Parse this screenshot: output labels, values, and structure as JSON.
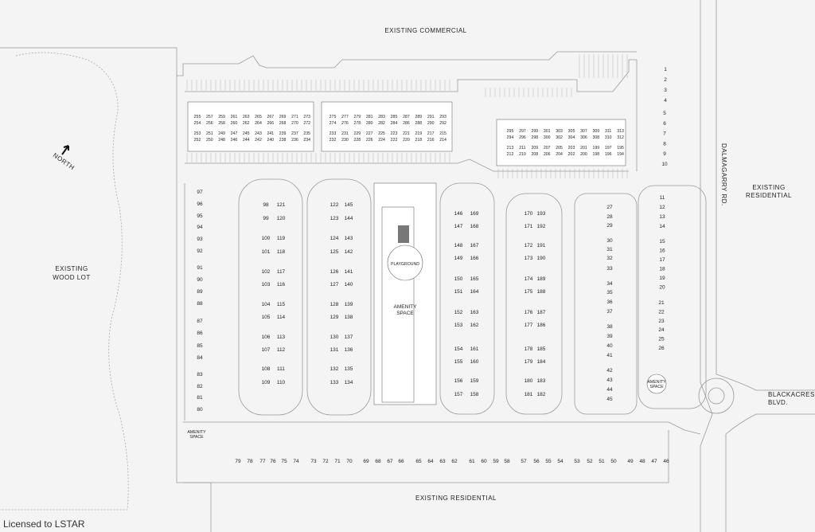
{
  "labels": {
    "existing_commercial": "EXISTING COMMERCIAL",
    "existing_residential_bottom": "EXISTING RESIDENTIAL",
    "existing_residential_right_1": "EXISTING",
    "existing_residential_right_2": "RESIDENTIAL",
    "wood_lot_1": "EXISTING",
    "wood_lot_2": "WOOD LOT",
    "north": "NORTH",
    "road": "DALMAGARRY RD.",
    "blvd_1": "BLACKACRES",
    "blvd_2": "BLVD.",
    "amenity_1": "AMENITY",
    "amenity_2": "SPACE",
    "playground": "PLAYGROUND",
    "small_amenity_1": "AMENITY",
    "small_amenity_2": "SPACE",
    "watermark": "Licensed to LSTAR"
  },
  "colors": {
    "background": "#f4f4f4",
    "lines": "#6d6d6d",
    "text": "#222222"
  },
  "units": {
    "right_col_top": [
      "1",
      "2",
      "3",
      "4"
    ],
    "right_col_mid": [
      "5",
      "6",
      "7",
      "8",
      "9",
      "10"
    ],
    "east_block_a": [
      "11",
      "12",
      "13",
      "14"
    ],
    "east_block_b": [
      "15",
      "16",
      "17",
      "18",
      "19",
      "20"
    ],
    "east_block_c": [
      "21",
      "22",
      "23",
      "24",
      "25",
      "26"
    ],
    "east_inner": [
      "27",
      "28",
      "29",
      "30",
      "31",
      "32",
      "33",
      "34",
      "35",
      "36",
      "37",
      "38",
      "39",
      "40",
      "41",
      "42",
      "43",
      "44",
      "45"
    ],
    "bottom_row": [
      "79",
      "78",
      "77",
      "76",
      "75",
      "74",
      "73",
      "72",
      "71",
      "70",
      "69",
      "68",
      "67",
      "66",
      "65",
      "64",
      "63",
      "62",
      "61",
      "60",
      "59",
      "58",
      "57",
      "56",
      "55",
      "54",
      "53",
      "52",
      "51",
      "50",
      "49",
      "48",
      "47",
      "46"
    ],
    "west_col": [
      "97",
      "96",
      "95",
      "94",
      "93",
      "92",
      "91",
      "90",
      "89",
      "88",
      "87",
      "86",
      "85",
      "84",
      "83",
      "82",
      "81",
      "80"
    ],
    "block_a_left": [
      "98",
      "99",
      "100",
      "101",
      "102",
      "103",
      "104",
      "105",
      "106",
      "107",
      "108",
      "109"
    ],
    "block_a_right": [
      "121",
      "120",
      "119",
      "118",
      "117",
      "116",
      "115",
      "114",
      "113",
      "112",
      "111",
      "110"
    ],
    "block_b_left": [
      "122",
      "123",
      "124",
      "125",
      "126",
      "127",
      "128",
      "129",
      "130",
      "131",
      "132",
      "133"
    ],
    "block_b_right": [
      "145",
      "144",
      "143",
      "142",
      "141",
      "140",
      "139",
      "138",
      "137",
      "136",
      "135",
      "134"
    ],
    "block_c_left": [
      "146",
      "147",
      "148",
      "149",
      "150",
      "151",
      "152",
      "153",
      "154",
      "155",
      "156",
      "157"
    ],
    "block_c_right": [
      "169",
      "168",
      "167",
      "166",
      "165",
      "164",
      "163",
      "162",
      "161",
      "160",
      "159",
      "158"
    ],
    "block_d_left": [
      "170",
      "171",
      "172",
      "173",
      "174",
      "175",
      "176",
      "177",
      "178",
      "179",
      "180",
      "181"
    ],
    "block_d_right": [
      "193",
      "192",
      "191",
      "190",
      "189",
      "188",
      "187",
      "186",
      "185",
      "184",
      "183",
      "182"
    ],
    "apt1_top": [
      "255",
      "257",
      "259",
      "261",
      "263",
      "265",
      "267",
      "269",
      "271",
      "273"
    ],
    "apt1_row2": [
      "254",
      "256",
      "258",
      "260",
      "262",
      "264",
      "266",
      "268",
      "270",
      "272"
    ],
    "apt1_row3": [
      "253",
      "251",
      "249",
      "247",
      "245",
      "243",
      "241",
      "239",
      "237",
      "235"
    ],
    "apt1_row4": [
      "252",
      "250",
      "248",
      "246",
      "244",
      "242",
      "240",
      "238",
      "236",
      "234"
    ],
    "apt2_top": [
      "275",
      "277",
      "279",
      "281",
      "283",
      "285",
      "287",
      "289",
      "291",
      "293"
    ],
    "apt2_row2": [
      "274",
      "276",
      "278",
      "280",
      "282",
      "284",
      "286",
      "288",
      "290",
      "292"
    ],
    "apt2_row3": [
      "233",
      "231",
      "229",
      "227",
      "225",
      "223",
      "221",
      "219",
      "217",
      "215"
    ],
    "apt2_row4": [
      "232",
      "230",
      "228",
      "226",
      "224",
      "222",
      "220",
      "218",
      "216",
      "214"
    ],
    "apt3_top": [
      "295",
      "297",
      "299",
      "301",
      "303",
      "305",
      "307",
      "309",
      "311",
      "313"
    ],
    "apt3_row2": [
      "294",
      "296",
      "298",
      "300",
      "302",
      "304",
      "306",
      "308",
      "310",
      "312"
    ],
    "apt3_row3": [
      "213",
      "211",
      "209",
      "207",
      "205",
      "203",
      "201",
      "199",
      "197",
      "195"
    ],
    "apt3_row4": [
      "212",
      "210",
      "208",
      "206",
      "204",
      "202",
      "200",
      "198",
      "196",
      "194"
    ]
  }
}
